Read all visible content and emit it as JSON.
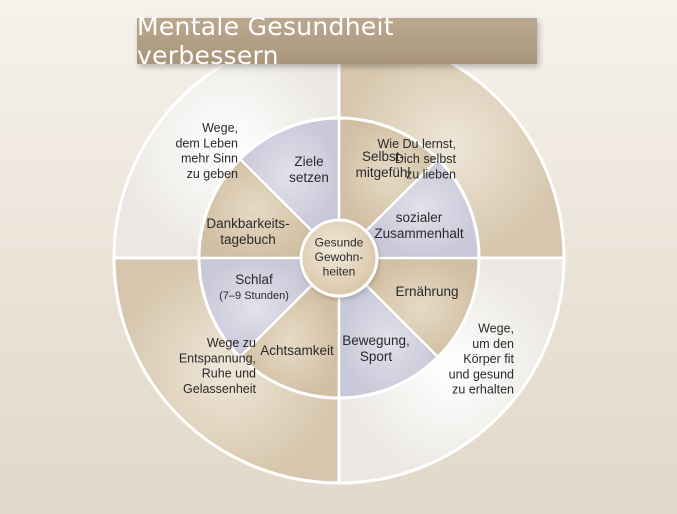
{
  "title": "Mentale Gesundheit verbessern",
  "center": [
    "Gesunde",
    "Gewohn-",
    "heiten"
  ],
  "quadrants": [
    {
      "lines": [
        "Wege,",
        "dem Leben",
        "mehr Sinn",
        "zu geben"
      ]
    },
    {
      "lines": [
        "Wie Du lernst,",
        "Dich selbst",
        "zu lieben"
      ]
    },
    {
      "lines": [
        "Wege,",
        "um den",
        "Körper fit",
        "und gesund",
        "zu erhalten"
      ]
    },
    {
      "lines": [
        "Wege zu",
        "Entspannung,",
        "Ruhe und",
        "Gelassenheit"
      ]
    }
  ],
  "segments": [
    {
      "lines": [
        "Ziele",
        "setzen"
      ]
    },
    {
      "lines": [
        "Selbst-",
        "mitgefühl"
      ]
    },
    {
      "lines": [
        "sozialer",
        "Zusammenhalt"
      ]
    },
    {
      "lines": [
        "Ernährung"
      ]
    },
    {
      "lines": [
        "Bewegung,",
        "Sport"
      ]
    },
    {
      "lines": [
        "Achtsamkeit"
      ]
    },
    {
      "lines": [
        "Schlaf",
        "(7–9 Stunden)"
      ]
    },
    {
      "lines": [
        "Dankbarkeits-",
        "tagebuch"
      ]
    }
  ],
  "colors": {
    "light_ring": "#f2f0ec",
    "tan_ring": "#ddd0bc",
    "segment_tan": "#d8c8b0",
    "segment_lavender": "#d0d0de",
    "center_fill": "#e2d4bd",
    "text": "#2a2a2a"
  }
}
